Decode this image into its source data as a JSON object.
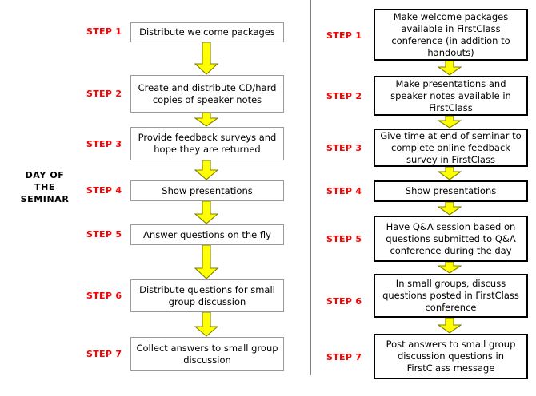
{
  "diagram": {
    "title_label": {
      "line1": "DAY OF",
      "line2": "THE",
      "line3": "SEMINAR"
    },
    "colors": {
      "step_text": "#ff0000",
      "arrow_fill": "#ffff00",
      "arrow_stroke": "#7f7f00",
      "left_box_border": "#999999",
      "right_box_border": "#000000",
      "divider": "#808080",
      "box_text": "#000000",
      "background": "#ffffff"
    },
    "columns": [
      {
        "name": "traditional",
        "steps": [
          {
            "label": "STEP 1",
            "text": "Distribute welcome packages"
          },
          {
            "label": "STEP 2",
            "text": "Create and distribute CD/hard copies of speaker notes"
          },
          {
            "label": "STEP 3",
            "text": "Provide feedback surveys and hope they are returned"
          },
          {
            "label": "STEP 4",
            "text": "Show presentations"
          },
          {
            "label": "STEP 5",
            "text": "Answer questions on the fly"
          },
          {
            "label": "STEP 6",
            "text": "Distribute questions for small group discussion"
          },
          {
            "label": "STEP 7",
            "text": "Collect answers to small group discussion"
          }
        ]
      },
      {
        "name": "firstclass",
        "steps": [
          {
            "label": "STEP 1",
            "text": "Make welcome packages available in FirstClass conference (in addition to handouts)"
          },
          {
            "label": "STEP 2",
            "text": "Make presentations and speaker notes available in FirstClass"
          },
          {
            "label": "STEP 3",
            "text": "Give time at end of seminar to complete online feedback survey in FirstClass"
          },
          {
            "label": "STEP 4",
            "text": "Show presentations"
          },
          {
            "label": "STEP 5",
            "text": "Have Q&A session based on questions submitted to Q&A conference during the day"
          },
          {
            "label": "STEP 6",
            "text": "In small groups, discuss questions posted in FirstClass conference"
          },
          {
            "label": "STEP 7",
            "text": "Post answers to small group discussion questions in FirstClass message"
          }
        ]
      }
    ]
  }
}
